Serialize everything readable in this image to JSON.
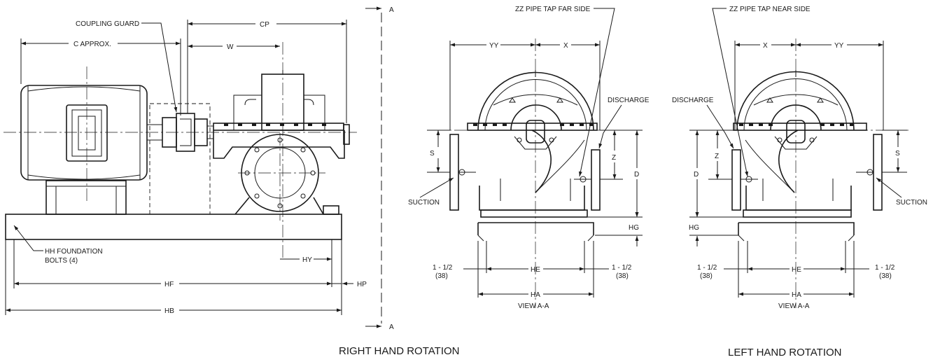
{
  "labels": {
    "coupling_guard": "COUPLING GUARD",
    "c_approx": "C APPROX.",
    "cp": "CP",
    "w": "W",
    "section_a_top": "A",
    "section_a_bottom": "A",
    "hh_foundation_1": "HH FOUNDATION",
    "hh_foundation_2": "BOLTS (4)",
    "hy": "HY",
    "hf": "HF",
    "hp": "HP",
    "hb": "HB",
    "rh": {
      "zz_tap": "ZZ PIPE TAP FAR SIDE",
      "yy": "YY",
      "x": "X",
      "discharge": "DISCHARGE",
      "s": "S",
      "z": "Z",
      "d": "D",
      "suction": "SUCTION",
      "hg": "HG",
      "he": "HE",
      "ha": "HA",
      "left_margin_1": "1 - 1/2",
      "left_margin_2": "(38)",
      "right_margin_1": "1 - 1/2",
      "right_margin_2": "(38)",
      "view": "VIEW A-A"
    },
    "lh": {
      "zz_tap": "ZZ PIPE TAP NEAR SIDE",
      "x": "X",
      "yy": "YY",
      "discharge": "DISCHARGE",
      "z": "Z",
      "d": "D",
      "s": "S",
      "suction": "SUCTION",
      "hg": "HG",
      "he": "HE",
      "ha": "HA",
      "left_margin_1": "1 - 1/2",
      "left_margin_2": "(38)",
      "right_margin_1": "1 - 1/2",
      "right_margin_2": "(38)",
      "view": "VIEW A-A"
    }
  },
  "captions": {
    "right_hand": "RIGHT HAND ROTATION",
    "left_hand": "LEFT HAND ROTATION"
  }
}
